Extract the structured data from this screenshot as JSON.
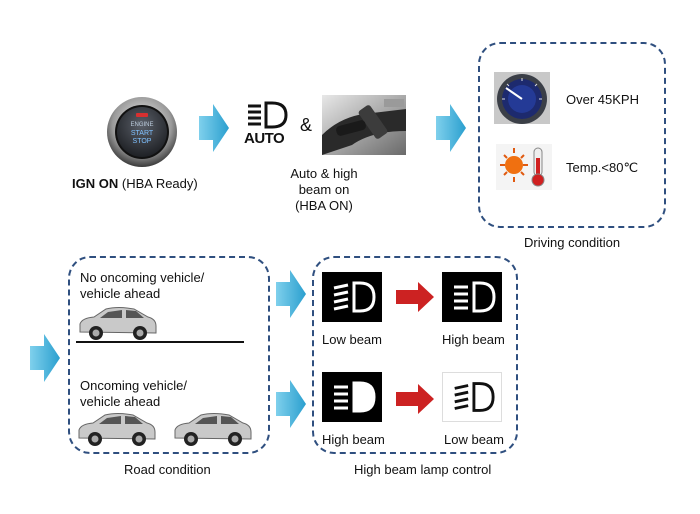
{
  "ign": {
    "button": {
      "line1": "ENGINE",
      "line2": "START",
      "line3": "STOP"
    },
    "label_bold": "IGN ON",
    "label_rest": "(HBA Ready)"
  },
  "auto_step": {
    "icon_text": "AUTO",
    "amp": "&",
    "caption_l1": "Auto & high",
    "caption_l2": "beam on",
    "caption_l3": "(HBA ON)"
  },
  "driving": {
    "speed_label": "Over 45KPH",
    "temp_label": "Temp.<80℃",
    "caption": "Driving condition"
  },
  "road": {
    "case1_l1": "No oncoming vehicle/",
    "case1_l2": "vehicle ahead",
    "case2_l1": "Oncoming vehicle/",
    "case2_l2": "vehicle ahead",
    "caption": "Road condition"
  },
  "lamp": {
    "row1_from": "Low beam",
    "row1_to": "High beam",
    "row2_from": "High beam",
    "row2_to": "Low beam",
    "caption": "High beam lamp control"
  },
  "colors": {
    "flow_arrow": "#3aaed8",
    "red_arrow": "#cc2222",
    "dash_border": "#2f4f7f"
  }
}
